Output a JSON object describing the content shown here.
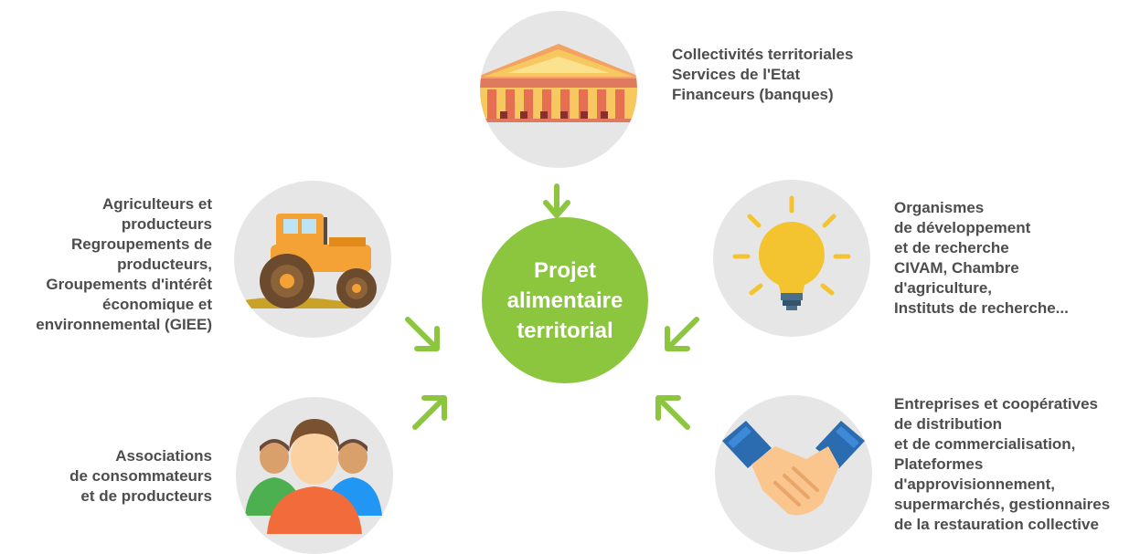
{
  "center": {
    "lines": [
      "Projet",
      "alimentaire",
      "territorial"
    ]
  },
  "nodes": {
    "institutions": {
      "icon": "government-building-icon",
      "lines": [
        "Collectivités territoriales",
        "Services de l'Etat",
        "Financeurs (banques)"
      ]
    },
    "farmers": {
      "icon": "tractor-icon",
      "lines": [
        "Agriculteurs et",
        "producteurs",
        "Regroupements de",
        "producteurs,",
        "Groupements d'intérêt",
        "économique et",
        "environnemental (GIEE)"
      ]
    },
    "research": {
      "icon": "lightbulb-icon",
      "lines": [
        "Organismes",
        "de développement",
        "et de recherche",
        "CIVAM, Chambre",
        "d'agriculture,",
        "Instituts de recherche..."
      ]
    },
    "associations": {
      "icon": "people-group-icon",
      "lines": [
        "Associations",
        "de consommateurs",
        "et de producteurs"
      ]
    },
    "businesses": {
      "icon": "handshake-icon",
      "lines": [
        "Entreprises et coopératives",
        "de distribution",
        "et de commercialisation,",
        "Plateformes",
        "d'approvisionnement,",
        "supermarchés, gestionnaires",
        "de la restauration collective"
      ]
    }
  },
  "colors": {
    "center": "#8cc63f",
    "arrow": "#8cc63f",
    "circle": "#e6e6e6",
    "text": "#4d4d4d"
  }
}
